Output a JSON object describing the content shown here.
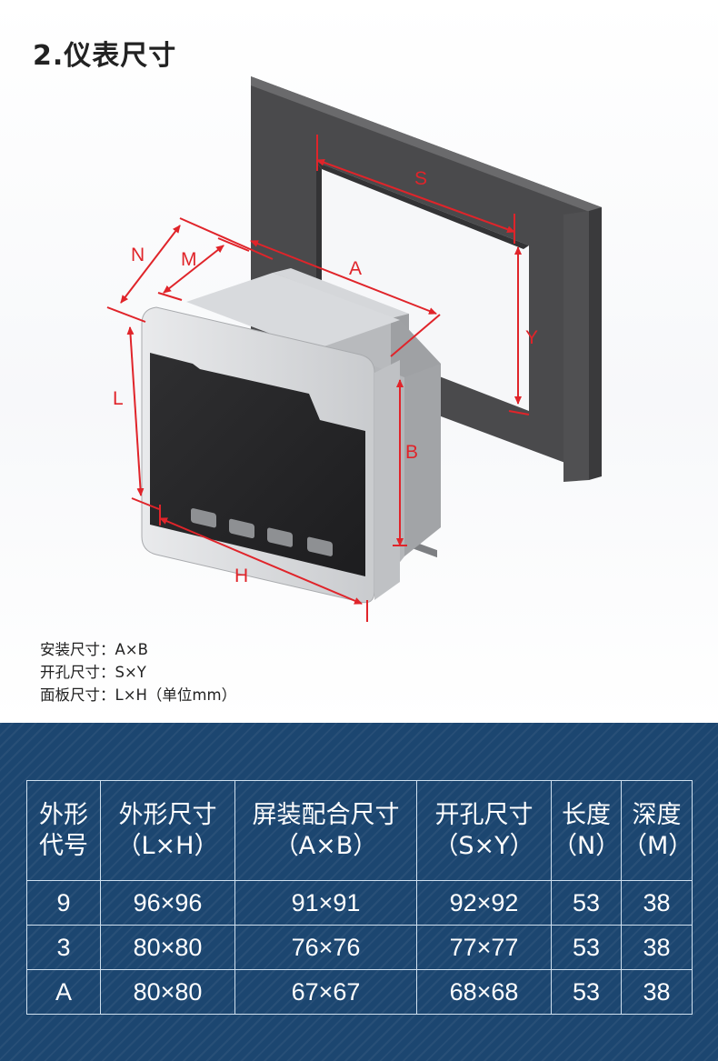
{
  "title": "2.仪表尺寸",
  "diagram": {
    "labels": {
      "S": "S",
      "A": "A",
      "N": "N",
      "M": "M",
      "Y": "Y",
      "L": "L",
      "B": "B",
      "H": "H"
    },
    "accent_color": "#e0242a"
  },
  "notes": [
    {
      "label": "安装尺寸：",
      "value": "A×B"
    },
    {
      "label": "开孔尺寸：",
      "value": "S×Y"
    },
    {
      "label": "面板尺寸：",
      "value": "L×H（单位mm）"
    }
  ],
  "table": {
    "headers": [
      {
        "line1": "外形",
        "line2": "代号"
      },
      {
        "line1": "外形尺寸",
        "line2": "（L×H）"
      },
      {
        "line1": "屏装配合尺寸",
        "line2": "（A×B）"
      },
      {
        "line1": "开孔尺寸",
        "line2": "（S×Y）"
      },
      {
        "line1": "长度",
        "line2": "（N）"
      },
      {
        "line1": "深度",
        "line2": "（M）"
      }
    ],
    "rows": [
      [
        "9",
        "96×96",
        "91×91",
        "92×92",
        "53",
        "38"
      ],
      [
        "3",
        "80×80",
        "76×76",
        "77×77",
        "53",
        "38"
      ],
      [
        "A",
        "80×80",
        "67×67",
        "68×68",
        "53",
        "38"
      ]
    ]
  },
  "colors": {
    "table_background": "#1c4670",
    "table_border": "#cfe0ef"
  }
}
